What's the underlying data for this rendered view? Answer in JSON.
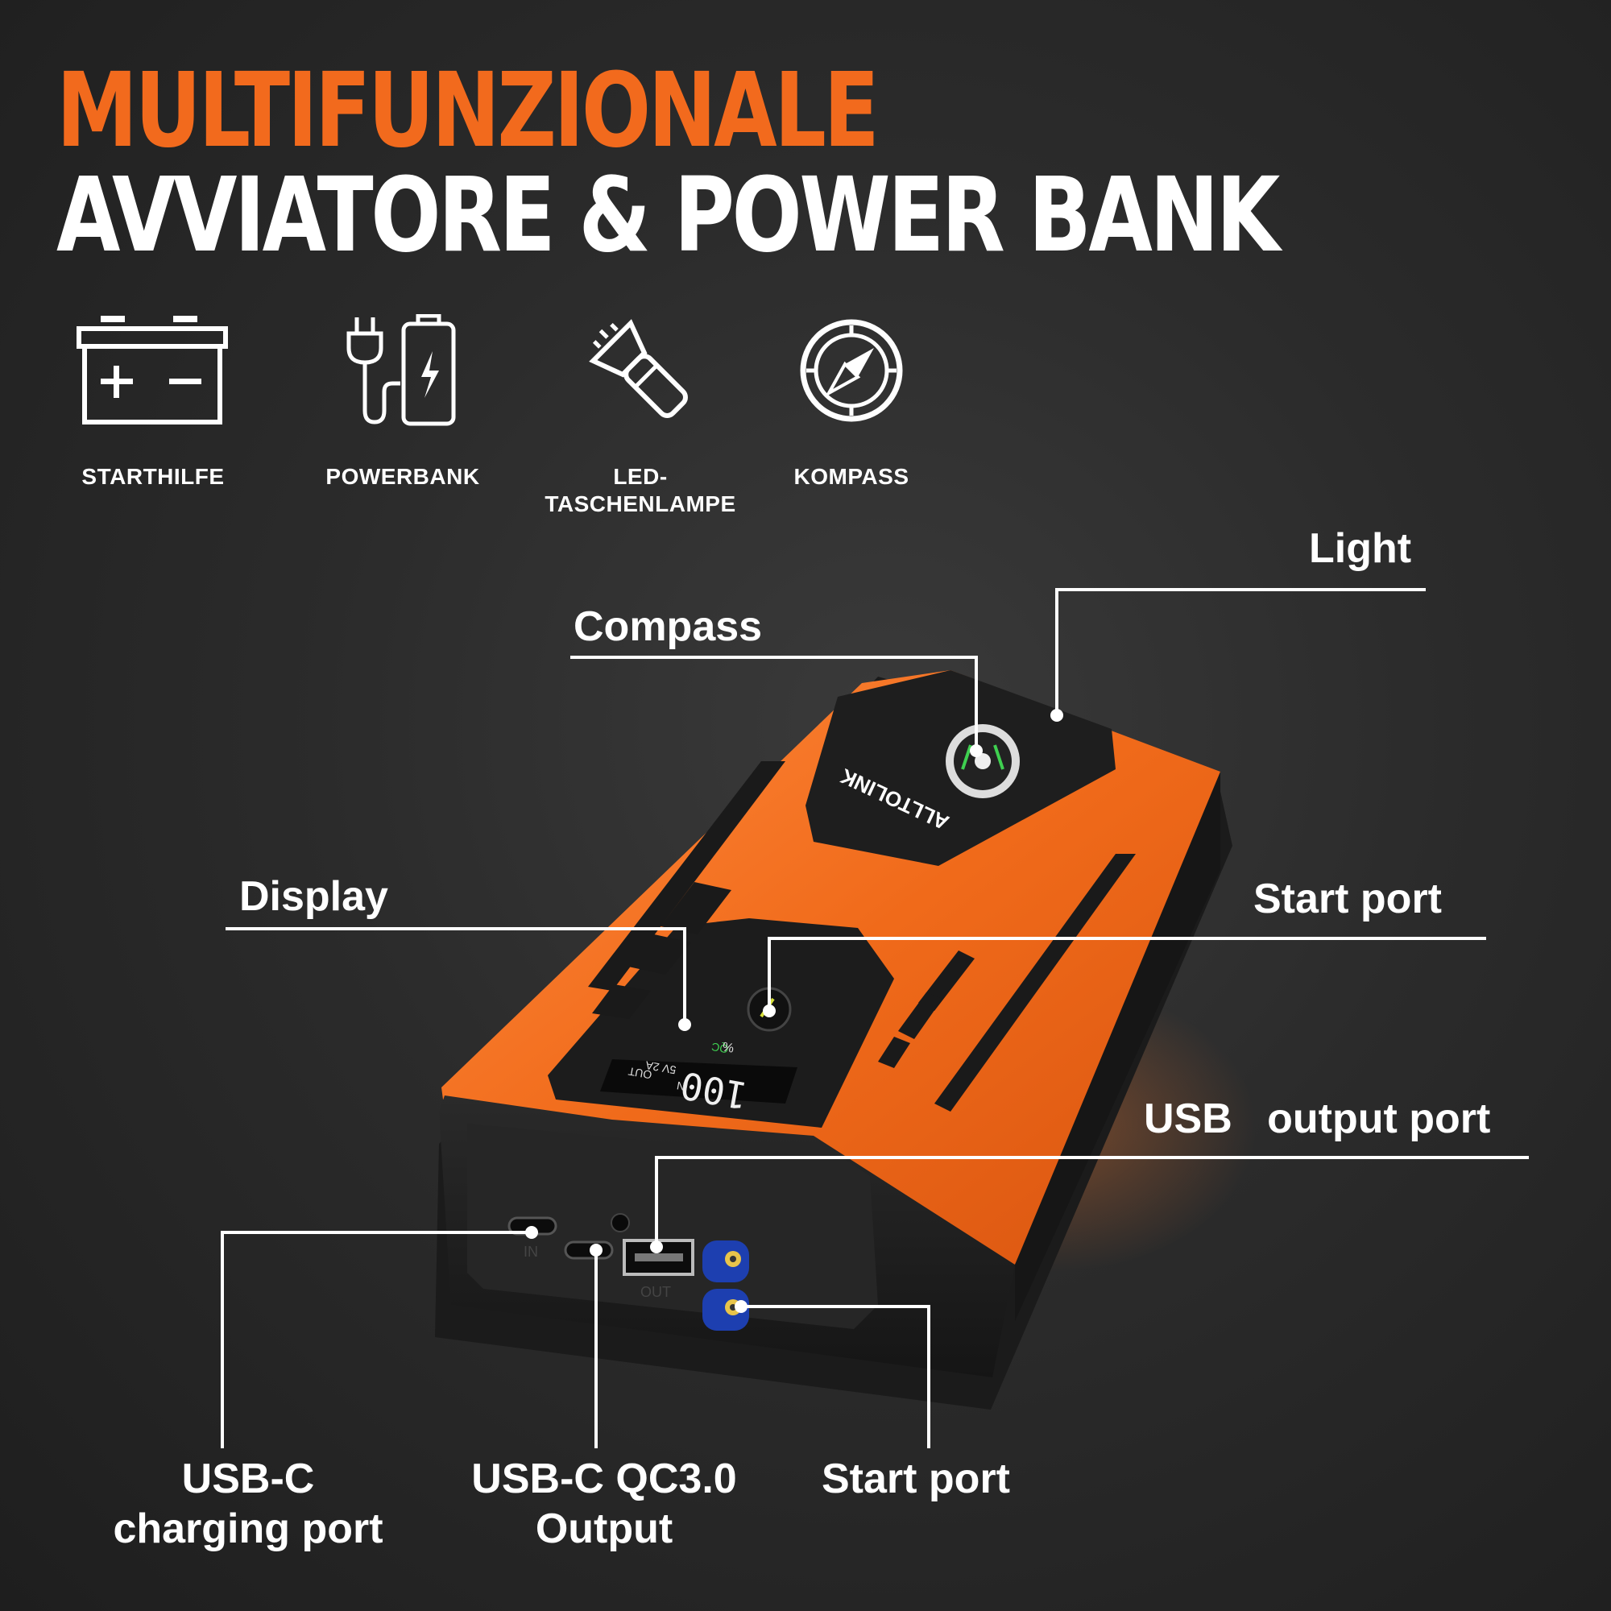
{
  "header": {
    "title_line1": "MULTIFUNZIONALE",
    "title_line2": "AVVIATORE & POWER BANK"
  },
  "features": [
    {
      "label": "STARTHILFE",
      "icon": "car-battery-icon"
    },
    {
      "label": "POWERBANK",
      "icon": "plug-battery-icon"
    },
    {
      "label": "LED-\nTASCHENLAMPE",
      "icon": "flashlight-icon"
    },
    {
      "label": "KOMPASS",
      "icon": "compass-icon"
    }
  ],
  "callouts": {
    "light": "Light",
    "compass": "Compass",
    "display": "Display",
    "start_port_top": "Start port",
    "usb_output": "USB   output port",
    "usbc_charging": "USB-C\ncharging port",
    "usbc_qc": "USB-C QC3.0\nOutput",
    "start_port_bottom": "Start port"
  },
  "device": {
    "brand": "ALLTOLINK",
    "display": {
      "digits": "100",
      "percent": "%",
      "qc": "QC",
      "in_label": "IN",
      "out_label": "OUT",
      "spec": "5V 2A"
    },
    "port_labels": {
      "in": "IN",
      "out": "OUT"
    }
  },
  "colors": {
    "accent": "#f26a1d",
    "background": "#2b2b2b",
    "device_body": "#f06a1a",
    "device_dark": "#1f1f1f"
  }
}
